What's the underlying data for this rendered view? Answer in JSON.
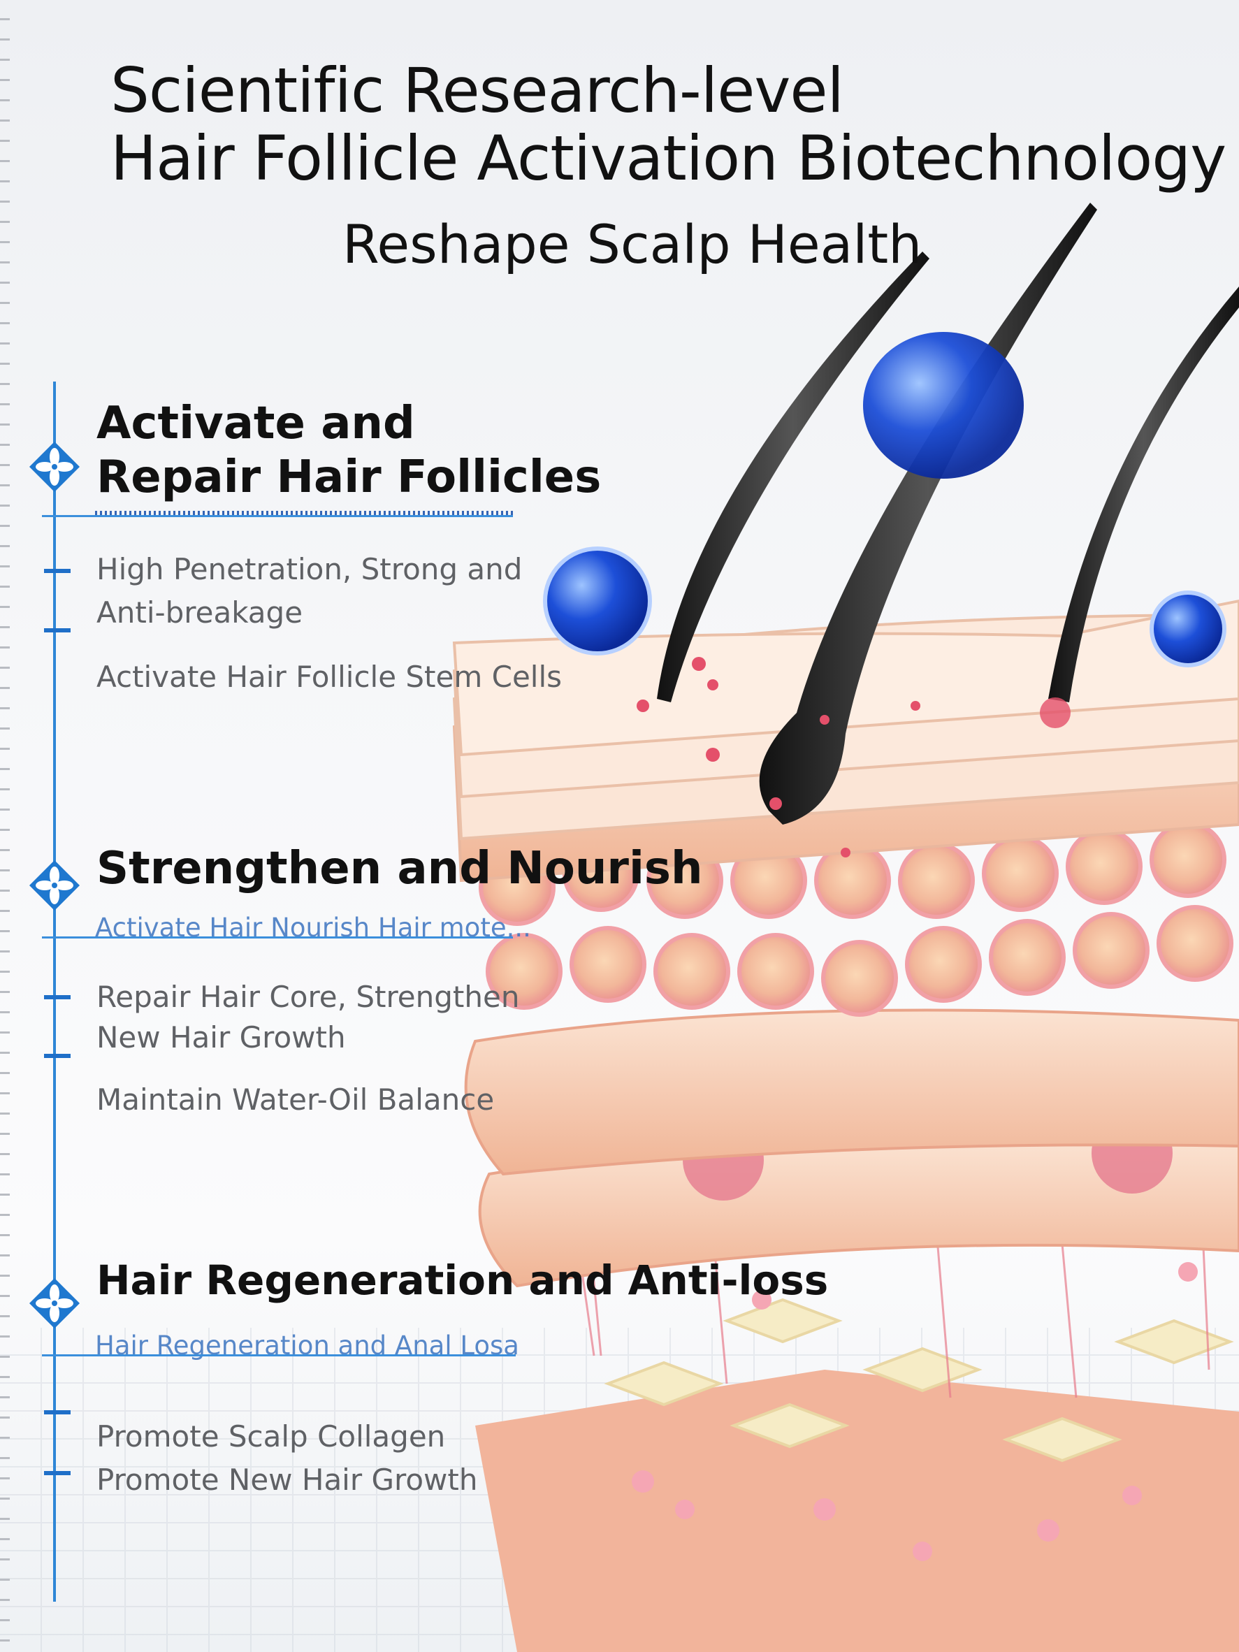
{
  "header": {
    "title_line1": "Scientific Research-level",
    "title_line2": "Hair Follicle Activation Biotechnology",
    "subtitle": "Reshape Scalp Health"
  },
  "sections": [
    {
      "heading_line1": "Activate and",
      "heading_line2": "Repair Hair Follicles",
      "subheading": "",
      "bullets": [
        "High Penetration, Strong and",
        "Anti-breakage",
        "Activate Hair Follicle Stem Cells"
      ]
    },
    {
      "heading_line1": "Strengthen and Nourish",
      "subheading": "Activate Hair Nourish Hair mote...",
      "bullets": [
        "Repair Hair Core, Strengthen",
        "New Hair Growth",
        "Maintain Water-Oil Balance"
      ]
    },
    {
      "heading_line1": "Hair Regeneration and Anti-loss",
      "subheading": "Hair Regeneration and Anal Losa",
      "bullets": [
        "Promote Scalp Collagen",
        "Promote New Hair Growth"
      ]
    }
  ],
  "colors": {
    "accent": "#2e86d6",
    "heading": "#111111",
    "body": "#5f6165"
  }
}
